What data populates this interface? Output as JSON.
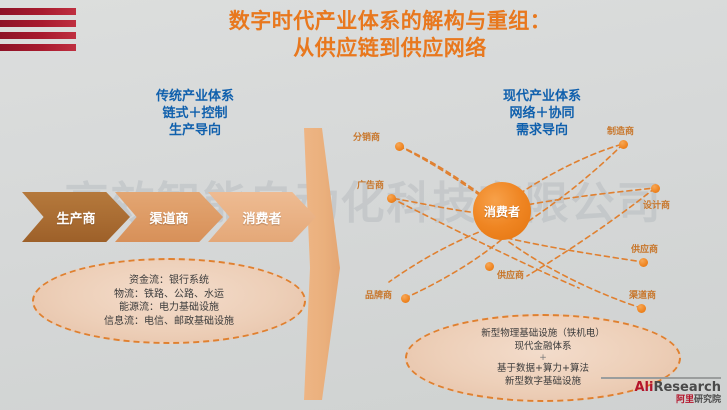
{
  "title": {
    "line1": "数字时代产业体系的解构与重组：",
    "line2": "从供应链到供应网络"
  },
  "watermark": "高效智能自动化科技有限公司",
  "left_column": {
    "heading": [
      "传统产业体系",
      "链式＋控制",
      "生产导向"
    ],
    "chevrons": [
      {
        "label": "生产商"
      },
      {
        "label": "渠道商"
      },
      {
        "label": "消费者"
      }
    ],
    "ellipse_lines": [
      "资金流：银行系统",
      "物流：铁路、公路、水运",
      "能源流：电力基础设施",
      "信息流：电信、邮政基础设施"
    ]
  },
  "right_column": {
    "heading": [
      "现代产业体系",
      "网络＋协同",
      "需求导向"
    ],
    "hub_label": "消费者",
    "nodes": [
      {
        "label": "分销商"
      },
      {
        "label": "制造商"
      },
      {
        "label": "广告商"
      },
      {
        "label": "设计商"
      },
      {
        "label": "供应商"
      },
      {
        "label": "渠道商"
      },
      {
        "label": "品牌商"
      }
    ],
    "ellipse_lines": [
      "新型物理基础设施（铁机电）",
      "现代金融体系",
      "+",
      "基于数据+算力+算法",
      "新型数字基础设施"
    ]
  },
  "logo": {
    "ali": "Ali",
    "research": "Research",
    "cn1": "阿里",
    "cn2": "研究院"
  },
  "colors": {
    "title": "#e8781e",
    "heading": "#1060ad",
    "accent": "#e8802f",
    "bar": "#a81b2e"
  }
}
